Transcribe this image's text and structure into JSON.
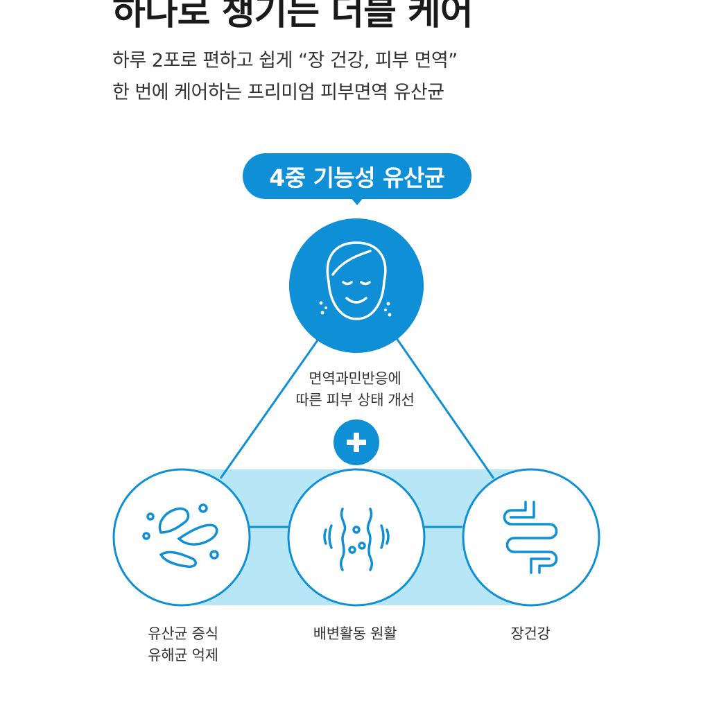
{
  "header": {
    "title": "하나로 챙기는 더블 케어",
    "subtitle_line1": "하루 2포로 편하고 쉽게 “장 건강, 피부 면역”",
    "subtitle_line2": "한 번에 케어하는 프리미엄 피부면역 유산균"
  },
  "badge": {
    "label": "4중 기능성 유산균"
  },
  "top_feature": {
    "icon": "face-icon",
    "line1": "면역과민반응에",
    "line2": "따른 피부 상태 개선"
  },
  "plus": {
    "icon": "plus-icon"
  },
  "bottom_features": [
    {
      "icon": "bacteria-icon",
      "line1": "유산균 증식",
      "line2": "유해균 억제"
    },
    {
      "icon": "bowel-movement-icon",
      "line1": "배변활동 원활"
    },
    {
      "icon": "intestine-icon",
      "line1": "장건강"
    }
  ],
  "colors": {
    "primary_blue": "#0e8fd6",
    "light_blue": "#b7e6f7",
    "text_dark": "#1a1a1a"
  }
}
